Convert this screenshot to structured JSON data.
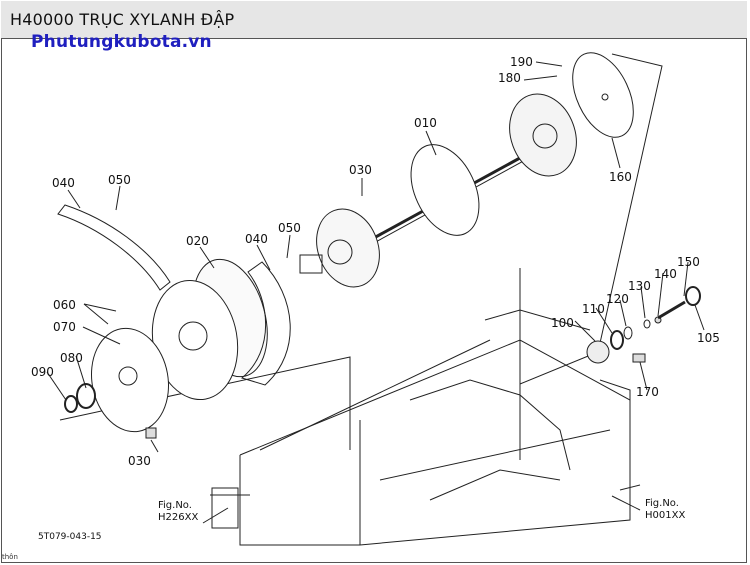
{
  "title": "H40000 TRỤC XYLANH ĐẬP",
  "watermark": "Phutungkubota.vn",
  "drawing_code": "5T079-043-15",
  "footnote": "thôn",
  "fig_refs": [
    {
      "label": "Fig.No.",
      "code": "H226XX"
    },
    {
      "label": "Fig.No.",
      "code": "H001XX"
    }
  ],
  "callouts": {
    "c010": "010",
    "c020": "020",
    "c030a": "030",
    "c030b": "030",
    "c040a": "040",
    "c040b": "040",
    "c050a": "050",
    "c050b": "050",
    "c060": "060",
    "c070": "070",
    "c080": "080",
    "c090": "090",
    "c100": "100",
    "c105": "105",
    "c110": "110",
    "c120": "120",
    "c130": "130",
    "c140": "140",
    "c150": "150",
    "c160": "160",
    "c170": "170",
    "c180": "180",
    "c190": "190"
  }
}
